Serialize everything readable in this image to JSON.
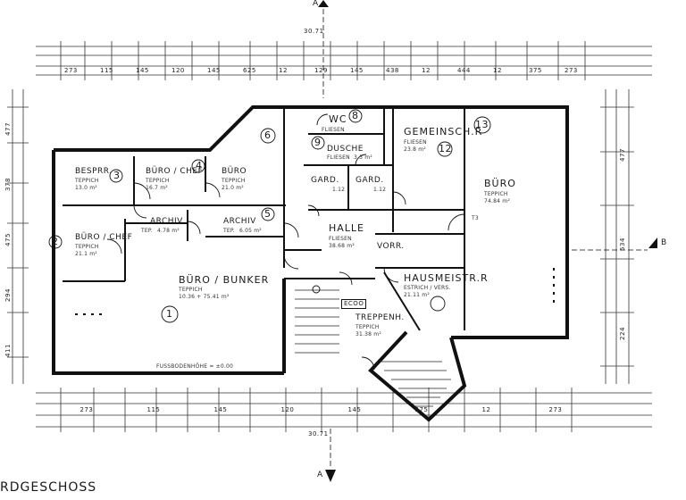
{
  "drawing": {
    "floor_title": "RDGESCHOSS",
    "overall_width_top": "30.71",
    "overall_width_bottom": "30.71"
  },
  "rooms": [
    {
      "key": "besprechung",
      "name": "BESPRR.",
      "floor": "TEPPICH",
      "area": "13.0 m²",
      "number": "3"
    },
    {
      "key": "buro_chef1",
      "name": "BÜRO / CHEF",
      "floor": "TEPPICH",
      "area": "16.7 m²",
      "number": "4"
    },
    {
      "key": "buro_small",
      "name": "BÜRO",
      "floor": "TEPPICH",
      "area": "21.0 m²",
      "number": "5"
    },
    {
      "key": "archiv1",
      "name": "ARCHIV",
      "floor": "TEP.",
      "area": "4.78 m²",
      "number": ""
    },
    {
      "key": "archiv2",
      "name": "ARCHIV",
      "floor": "TEP.",
      "area": "6.05 m²",
      "number": ""
    },
    {
      "key": "buro_chef2",
      "name": "BÜRO / CHEF",
      "floor": "TEPPICH",
      "area": "21.1 m²",
      "number": "2"
    },
    {
      "key": "buro_bunker",
      "name": "BÜRO / BUNKER",
      "floor": "TEPPICH",
      "area": "10.36 + 75.41 m²",
      "number": "1"
    },
    {
      "key": "wc",
      "name": "WC",
      "floor": "FLIESEN",
      "area": "",
      "number": "8"
    },
    {
      "key": "dusche",
      "name": "DUSCHE",
      "floor": "FLIESEN",
      "area": "3.3 m²",
      "number": "9"
    },
    {
      "key": "gard1",
      "name": "GARD.",
      "floor": "",
      "area": "1.12",
      "number": ""
    },
    {
      "key": "gard2",
      "name": "GARD.",
      "floor": "",
      "area": "1.12",
      "number": ""
    },
    {
      "key": "halle",
      "name": "HALLE",
      "floor": "FLIESEN",
      "area": "38.68 m²",
      "number": ""
    },
    {
      "key": "gemeinsch",
      "name": "GEMEINSCH.R",
      "floor": "FLIESEN",
      "area": "23.8 m²",
      "number": "12"
    },
    {
      "key": "buro_east",
      "name": "BÜRO",
      "floor": "TEPPICH",
      "area": "74.84 m²",
      "number": "13"
    },
    {
      "key": "vorr",
      "name": "VORR.",
      "floor": "",
      "area": "",
      "number": ""
    },
    {
      "key": "hausmeister",
      "name": "HAUSMEISTR.R",
      "floor": "ESTRICH / VERS.",
      "area": "21.11 m²",
      "number": ""
    },
    {
      "key": "treppe",
      "name": "TREPPENH.",
      "floor": "TEPPICH",
      "area": "31.38 m²",
      "number": ""
    },
    {
      "key": "room6",
      "name": "",
      "floor": "",
      "area": "",
      "number": "6"
    }
  ],
  "annotations": {
    "ecoo": "ECOO",
    "dimension_note": "FUSSBODENHÖHE = ±0.00",
    "section_a_top": "A",
    "section_a_bottom": "A",
    "section_b_right": "B",
    "t3": "T3"
  },
  "dimensions_top": [
    "273",
    "115",
    "145",
    "120",
    "145",
    "625",
    "12",
    "129",
    "145",
    "438",
    "12",
    "444",
    "12",
    "375",
    "273"
  ],
  "dimensions_bottom": [
    "273",
    "115",
    "145",
    "120",
    "145",
    "575",
    "12",
    "273"
  ],
  "dimensions_left": [
    "477",
    "378",
    "475",
    "294",
    "411"
  ],
  "dimensions_right": [
    "477",
    "534",
    "224"
  ]
}
